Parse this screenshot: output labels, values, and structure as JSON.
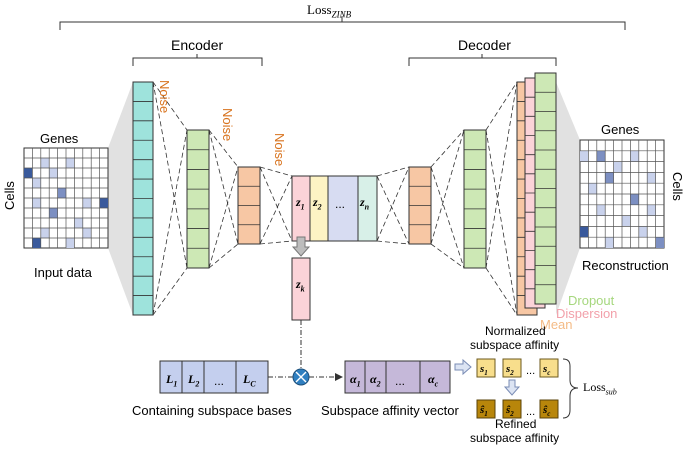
{
  "loss_zinb": {
    "base": "Loss",
    "sub": "ZINB"
  },
  "encoder_label": "Encoder",
  "decoder_label": "Decoder",
  "noise_labels": [
    "Noise",
    "Noise",
    "Noise"
  ],
  "genes_label_left": "Genes",
  "genes_label_right": "Genes",
  "cells_label_left": "Cells",
  "cells_label_right": "Cells",
  "input_label": "Input data",
  "reconstruction_label": "Reconstruction",
  "latent": [
    {
      "base": "z",
      "sub": "1"
    },
    {
      "base": "z",
      "sub": "2"
    },
    {
      "base": "..."
    },
    {
      "base": "z",
      "sub": "n"
    }
  ],
  "zk": {
    "base": "z",
    "sub": "k"
  },
  "outputs": {
    "dropout": "Dropout",
    "dispersion": "Dispersion",
    "mean": "Mean"
  },
  "bases": [
    {
      "base": "L",
      "sub": "1"
    },
    {
      "base": "L",
      "sub": "2"
    },
    {
      "base": "..."
    },
    {
      "base": "L",
      "sub": "C"
    }
  ],
  "bases_label": "Containing subspace bases",
  "affinity": [
    {
      "base": "α",
      "sub": "1"
    },
    {
      "base": "α",
      "sub": "2"
    },
    {
      "base": "..."
    },
    {
      "base": "α",
      "sub": "c"
    }
  ],
  "affinity_label": "Subspace affinity vector",
  "normalized_label": [
    "Normalized",
    "subspace affinity"
  ],
  "normalized": [
    {
      "base": "s",
      "sub": "1"
    },
    {
      "base": "s",
      "sub": "2"
    },
    {
      "base": "..."
    },
    {
      "base": "s",
      "sub": "c"
    }
  ],
  "refined": [
    {
      "base": "ŝ",
      "sub": "1"
    },
    {
      "base": "ŝ",
      "sub": "2"
    },
    {
      "base": "..."
    },
    {
      "base": "ŝ",
      "sub": "c"
    }
  ],
  "refined_label": [
    "Refined",
    "subspace affinity"
  ],
  "loss_sub": {
    "base": "Loss",
    "sub": "sub"
  },
  "colors": {
    "cyan": "#9ee3dc",
    "green": "#cde8b5",
    "orange": "#f7c7a4",
    "latent_pink": "#fbd3d8",
    "latent_yellow": "#fdf3c4",
    "latent_blue": "#d7dcf2",
    "latent_mint": "#d8f0e8",
    "base_blue": "#c4cfee",
    "alpha_purple": "#c5b8d9",
    "s_yellow": "#f8de8c",
    "shat_gold": "#b8860b",
    "noise": "#d8731e",
    "dropout": "#a6d77e",
    "dispersion": "#f2a0aa",
    "mean": "#f4bb86",
    "matrix_blue": "#3a5a9c",
    "matrix_mid": "#7c8fc2",
    "matrix_light": "#c9d2ec",
    "op_circle": "#2f7fc0"
  }
}
